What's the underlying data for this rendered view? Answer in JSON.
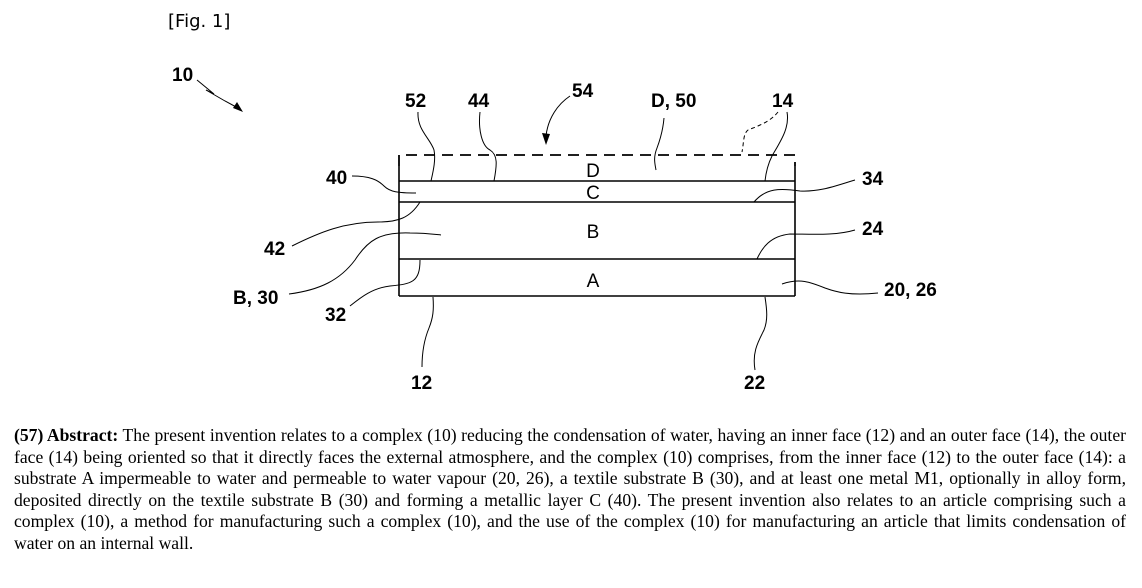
{
  "figure": {
    "title": "[Fig. 1]",
    "layers": {
      "D": "D",
      "C": "C",
      "B": "B",
      "A": "A"
    },
    "reference_labels": {
      "complex": "10",
      "r52": "52",
      "r44": "44",
      "r54": "54",
      "d50": "D, 50",
      "r14": "14",
      "r40": "40",
      "r34": "34",
      "r42": "42",
      "r24": "24",
      "b30": "B, 30",
      "r32": "32",
      "r20_26": "20, 26",
      "r12": "12",
      "r22": "22"
    }
  },
  "abstract": {
    "heading": "(57) Abstract:",
    "text": " The present invention relates to a complex (10) reducing the condensation of water, having an inner face (12) and an outer face (14), the outer face (14) being oriented so that it directly faces the external atmosphere, and the complex (10) comprises, from the inner face (12) to the outer face (14): a substrate A impermeable to water and permeable to water vapour (20, 26), a textile substrate B (30), and at least one metal M1, optionally in alloy form, deposited directly on the textile substrate B (30) and forming a metallic layer C (40). The present invention also relates to an article comprising such a complex (10), a method for manufacturing such a complex (10), and the use of the complex (10) for manufacturing an article that limits condensation of water on an internal wall."
  }
}
